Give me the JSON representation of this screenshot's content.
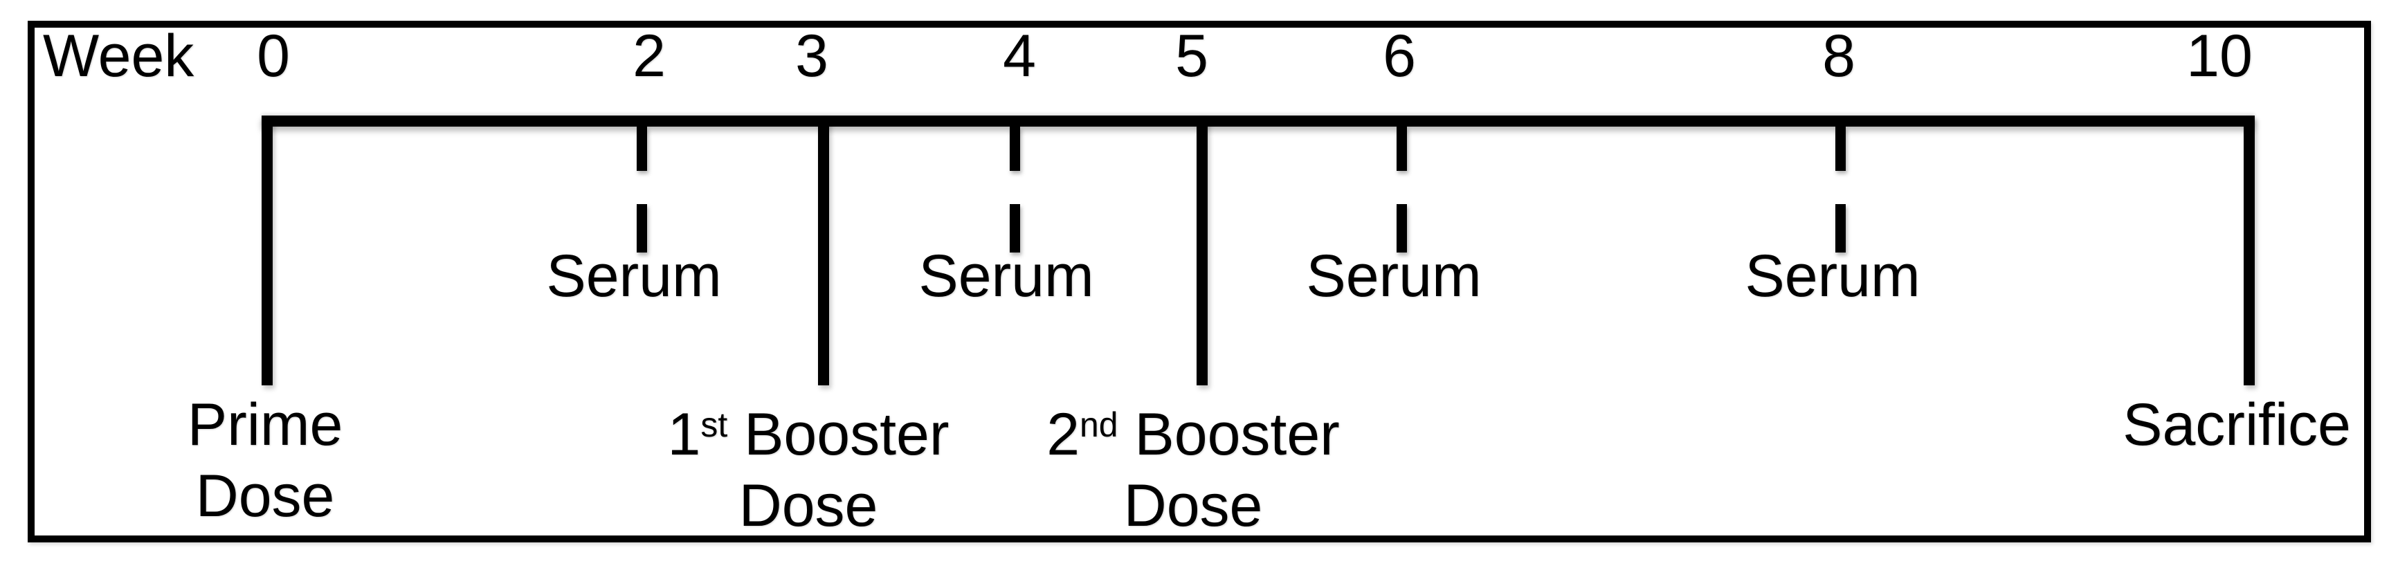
{
  "figure_type": "study-schedule-timeline",
  "timeline": {
    "axis_label": "Week",
    "ticks": [
      {
        "week": "0",
        "marker": "solid"
      },
      {
        "week": "2",
        "marker": "dashed"
      },
      {
        "week": "3",
        "marker": "solid"
      },
      {
        "week": "4",
        "marker": "dashed"
      },
      {
        "week": "5",
        "marker": "solid"
      },
      {
        "week": "6",
        "marker": "dashed"
      },
      {
        "week": "8",
        "marker": "dashed"
      },
      {
        "week": "10",
        "marker": "solid"
      }
    ],
    "serum_points": [
      {
        "week": "2",
        "label": "Serum"
      },
      {
        "week": "4",
        "label": "Serum"
      },
      {
        "week": "6",
        "label": "Serum"
      },
      {
        "week": "8",
        "label": "Serum"
      }
    ],
    "events": {
      "prime": {
        "week": "0",
        "line1": "Prime",
        "line2": "Dose"
      },
      "booster1": {
        "week": "3",
        "num": "1",
        "ordinal": "st",
        "rest": " Booster",
        "line2": "Dose"
      },
      "booster2": {
        "week": "5",
        "num": "2",
        "ordinal": "nd",
        "rest": " Booster",
        "line2": "Dose"
      },
      "sacrifice": {
        "week": "10",
        "line1": "Sacrifice"
      }
    },
    "colors": {
      "line": "#000000",
      "text": "#000000",
      "background": "#ffffff",
      "border": "#000000"
    }
  }
}
